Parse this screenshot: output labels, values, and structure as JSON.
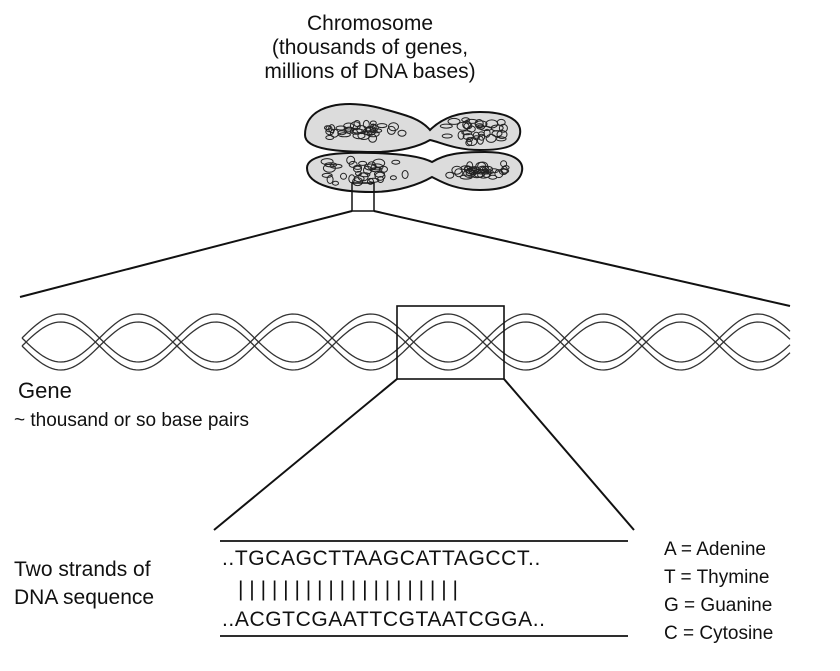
{
  "chromosome": {
    "title": "Chromosome",
    "subtitle_line1": "(thousands of genes,",
    "subtitle_line2": "millions of DNA bases)"
  },
  "gene": {
    "label": "Gene",
    "description": "~ thousand or so base pairs"
  },
  "dna_sequence": {
    "label_line1": "Two strands of",
    "label_line2": "DNA sequence",
    "top_strand": "..TGCAGCTTAAGCATTAGCCT..",
    "pair_bars": "| | | | | | | | | | | | | | | | | | | |",
    "bottom_strand": "..ACGTCGAATTCGTAATCGGA.."
  },
  "legend": [
    {
      "text": "A = Adenine"
    },
    {
      "text": "T = Thymine"
    },
    {
      "text": "G = Guanine"
    },
    {
      "text": "C = Cytosine"
    }
  ],
  "colors": {
    "ink": "#111111",
    "background": "#ffffff",
    "chromosome_fill": "#dcdcdc"
  }
}
